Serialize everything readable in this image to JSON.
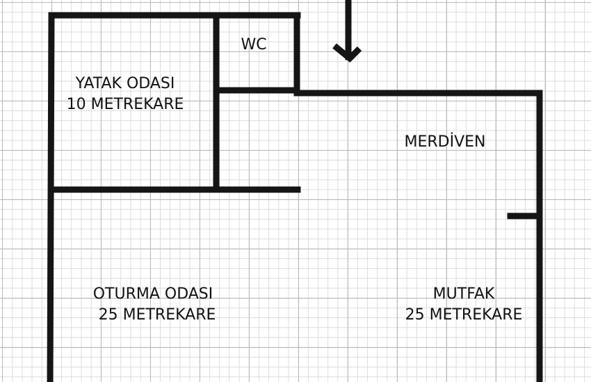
{
  "rooms": {
    "bedroom": {
      "name": "YATAK ODASI",
      "area": "10 METREKARE"
    },
    "wc": {
      "name": "WC"
    },
    "stairs": {
      "name": "MERDİVEN"
    },
    "living": {
      "name": "OTURMA ODASI",
      "area": "25 METREKARE"
    },
    "kitchen": {
      "name": "MUTFAK",
      "area": "25 METREKARE"
    }
  },
  "colors": {
    "wall": "#151515",
    "grid": "#b9b9b9"
  }
}
